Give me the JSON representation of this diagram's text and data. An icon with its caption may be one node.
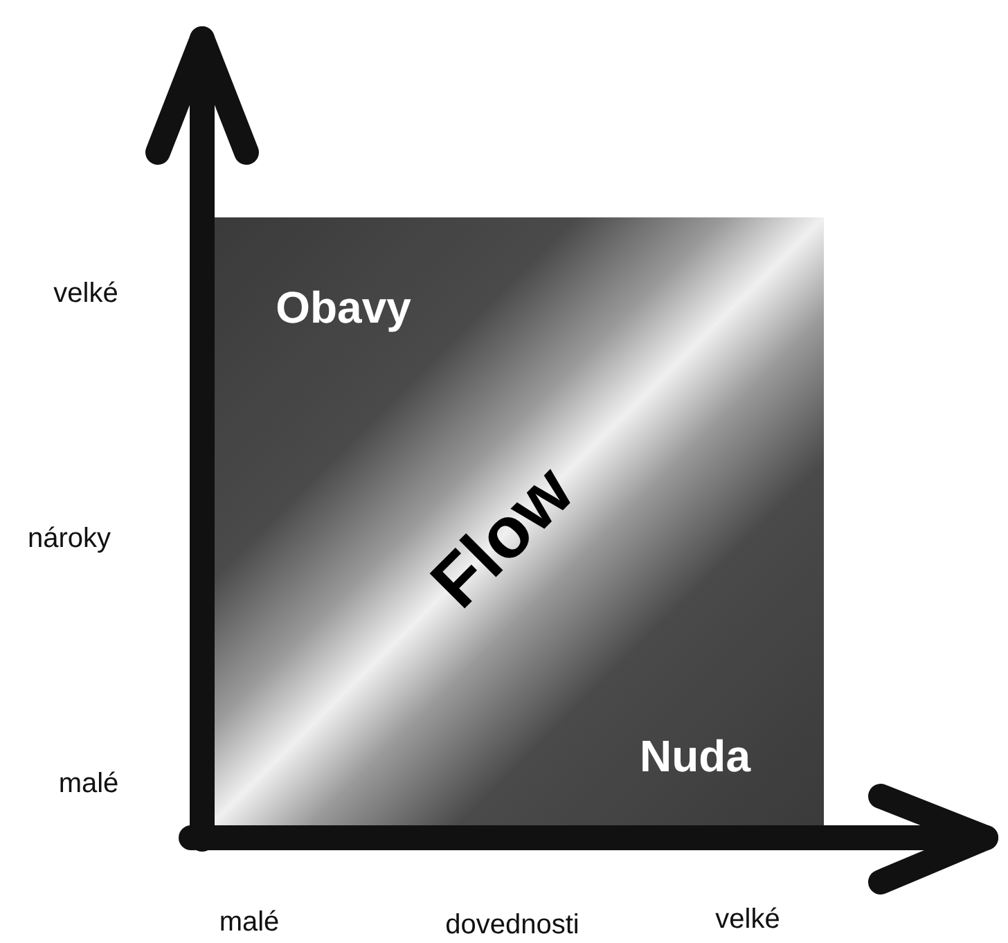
{
  "diagram": {
    "labels": [
      "velké",
      "Obavy",
      "nároky",
      "Flow",
      "malé",
      "Nuda",
      "malé",
      "dovednosti",
      "velké"
    ]
  }
}
